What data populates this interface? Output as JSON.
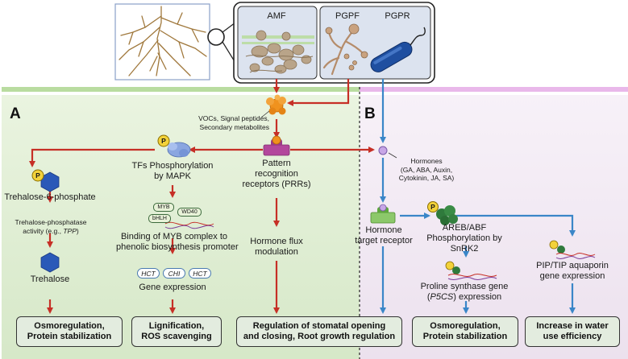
{
  "microbes": {
    "amf": "AMF",
    "pgpf": "PGPF",
    "pgpr": "PGPR"
  },
  "panels": {
    "a": "A",
    "b": "B"
  },
  "signals": {
    "line1": "VOCs, Signal peptides,",
    "line2": "Secondary metabolites"
  },
  "prr": {
    "line1": "Pattern",
    "line2": "recognition",
    "line3": "receptors (PRRs)"
  },
  "hormones": {
    "line1": "Hormones",
    "line2": "(GA, ABA, Auxin,",
    "line3": "Cytokinin, JA, SA)"
  },
  "trehalose_path": {
    "t6p": "Trehalose-6-phosphate",
    "tpp_line1": "Trehalose-phosphatase",
    "tpp_prefix": "activity (e.g., ",
    "tpp_gene": "TPP",
    "tpp_suffix": ")",
    "trehalose": "Trehalose"
  },
  "mapk_path": {
    "tf_line1": "TFs Phosphorylation",
    "tf_line2": "by MAPK",
    "myb": "MYB",
    "wd40": "WD40",
    "bhlh": "bHLH",
    "binding_line1": "Binding of MYB complex to",
    "binding_line2": "phenolic biosynthesis promoter",
    "genes": [
      "HCT",
      "CHI",
      "HCT"
    ],
    "gene_expression": "Gene expression"
  },
  "hormone_flux": {
    "line1": "Hormone flux",
    "line2": "modulation"
  },
  "receptor": {
    "line1": "Hormone",
    "line2": "target receptor"
  },
  "areb": {
    "line1": "AREB/ABF",
    "line2": "Phosphorylation by",
    "line3": "SnRK2"
  },
  "proline": {
    "line1": "Proline synthase gene",
    "prefix": "(",
    "gene": "P5CS",
    "suffix": ") expression"
  },
  "aquaporin": {
    "line1": "PIP/TIP aquaporin",
    "line2": "gene expression"
  },
  "phospho_label": "P",
  "outcomes": {
    "o1_line1": "Osmoregulation,",
    "o1_line2": "Protein stabilization",
    "o2_line1": "Lignification,",
    "o2_line2": "ROS scavenging",
    "o3_line1": "Regulation of stomatal opening",
    "o3_line2": "and closing, Root growth regulation",
    "o4_line1": "Osmoregulation,",
    "o4_line2": "Protein stabilization",
    "o5_line1": "Increase in water",
    "o5_line2": "use efficiency"
  },
  "colors": {
    "red_arrow": "#c62f26",
    "blue_arrow": "#3a86c8",
    "panel_a": "#e6f2dc",
    "panel_b": "#f5eef6",
    "box_fill": "#e3ecdf"
  }
}
